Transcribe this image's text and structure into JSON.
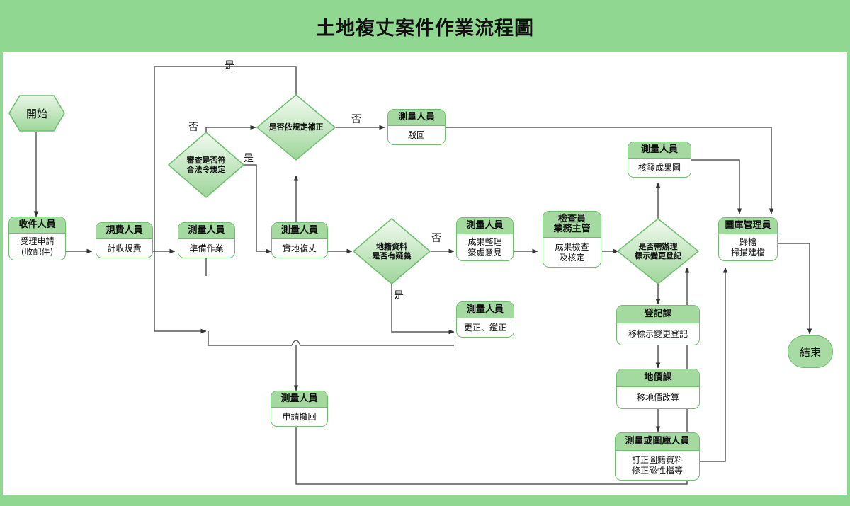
{
  "page": {
    "title": "土地複丈案件作業流程圖",
    "bg_color": "#90d891",
    "canvas_color": "#ffffff",
    "node_header_color": "#a4d99f",
    "node_border_color": "#6fbf6f",
    "line_color": "#595959"
  },
  "terminators": [
    {
      "id": "start",
      "label": "開始",
      "shape": "hexagon"
    },
    {
      "id": "end",
      "label": "結束",
      "shape": "rounded"
    }
  ],
  "processes": [
    {
      "id": "p1",
      "header": "收件人員",
      "lines": [
        "受理申請",
        "(收配件)"
      ]
    },
    {
      "id": "p2",
      "header": "規費人員",
      "lines": [
        "計收規費"
      ]
    },
    {
      "id": "p3",
      "header": "測量人員",
      "lines": [
        "準備作業"
      ]
    },
    {
      "id": "p4",
      "header": "測量人員",
      "lines": [
        "實地複丈"
      ]
    },
    {
      "id": "p5",
      "header": "測量人員",
      "lines": [
        "駁回"
      ]
    },
    {
      "id": "p6",
      "header": "測量人員",
      "lines": [
        "成果整理",
        "簽處意見"
      ]
    },
    {
      "id": "p7",
      "header": "檢查員\n業務主管",
      "header_lines": [
        "檢查員",
        "業務主管"
      ],
      "lines": [
        "成果檢查",
        "及核定"
      ]
    },
    {
      "id": "p8",
      "header": "測量人員",
      "lines": [
        "核發成果圖"
      ]
    },
    {
      "id": "p9",
      "header": "圖庫管理員",
      "lines": [
        "歸檔",
        "掃描建檔"
      ]
    },
    {
      "id": "p10",
      "header": "登記課",
      "lines": [
        "移標示變更登記"
      ]
    },
    {
      "id": "p11",
      "header": "地價課",
      "lines": [
        "移地價改算"
      ]
    },
    {
      "id": "p12",
      "header": "測量或圖庫人員",
      "lines": [
        "訂正圖籍資料",
        "修正磁性檔等"
      ]
    },
    {
      "id": "p13",
      "header": "測量人員",
      "lines": [
        "更正、鑑正"
      ]
    },
    {
      "id": "p14",
      "header": "測量人員",
      "lines": [
        "申請撤回"
      ]
    }
  ],
  "decisions": [
    {
      "id": "d1",
      "lines": [
        "審查是否符",
        "合法令規定"
      ]
    },
    {
      "id": "d2",
      "lines": [
        "是否依規定補正"
      ]
    },
    {
      "id": "d3",
      "lines": [
        "地籍資料",
        "是否有疑義"
      ]
    },
    {
      "id": "d4",
      "lines": [
        "是否需辦理",
        "標示變更登記"
      ]
    }
  ],
  "edge_labels": [
    {
      "id": "l_yes_top",
      "text": "是"
    },
    {
      "id": "l_no_d1",
      "text": "否"
    },
    {
      "id": "l_yes_d1",
      "text": "是"
    },
    {
      "id": "l_no_d2",
      "text": "否"
    },
    {
      "id": "l_no_d3",
      "text": "否"
    },
    {
      "id": "l_yes_d3",
      "text": "是"
    }
  ]
}
